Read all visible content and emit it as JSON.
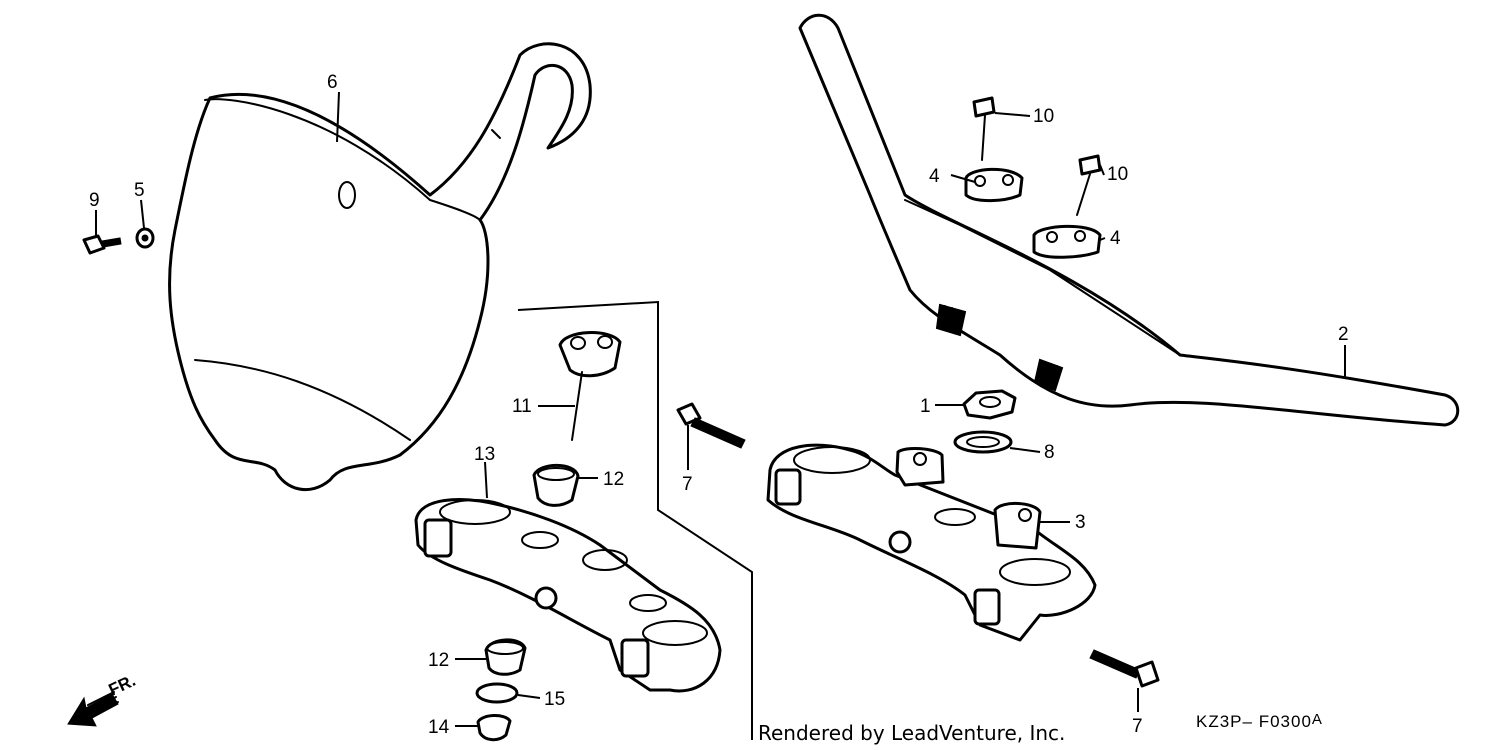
{
  "callouts": {
    "c1": "1",
    "c2": "2",
    "c3": "3",
    "c4a": "4",
    "c4b": "4",
    "c5": "5",
    "c6": "6",
    "c7a": "7",
    "c7b": "7",
    "c8": "8",
    "c9": "9",
    "c10a": "10",
    "c10b": "10",
    "c11": "11",
    "c12a": "12",
    "c12b": "12",
    "c13": "13",
    "c14": "14",
    "c15": "15"
  },
  "direction_label": "FR.",
  "credit": "Rendered by LeadVenture, Inc.",
  "diagram_code": "KZ3P– F0300",
  "diagram_code_suffix": "A"
}
